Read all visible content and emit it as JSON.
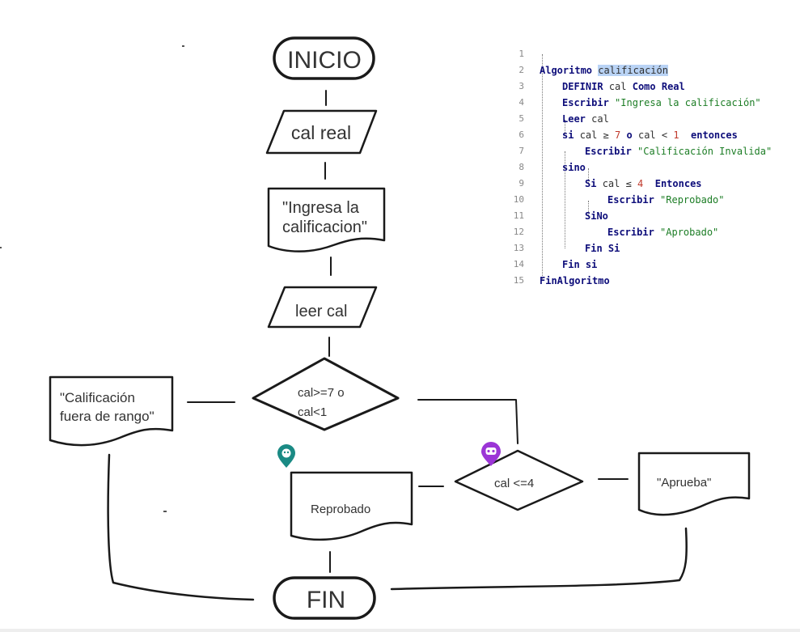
{
  "flowchart": {
    "start": "INICIO",
    "input": "cal real",
    "prompt": [
      "\"Ingresa la",
      "calificacion\""
    ],
    "read": "leer cal",
    "decision_range": [
      "cal>=7 o",
      "cal<1"
    ],
    "out_invalid": [
      "\"Calificación",
      "fuera de rango\""
    ],
    "decision_pass": "cal <=4",
    "out_fail": "Reprobado",
    "out_pass": "\"Aprueba\"",
    "end": "FIN"
  },
  "code": {
    "line_numbers": [
      "1",
      "2",
      "3",
      "4",
      "5",
      "6",
      "7",
      "8",
      "9",
      "10",
      "11",
      "12",
      "13",
      "14",
      "15"
    ],
    "l1": {
      "kw": "Algoritmo",
      "name": "calificación"
    },
    "l2": {
      "kw1": "DEFINIR",
      "var": "cal",
      "kw2": "Como Real"
    },
    "l3": {
      "kw": "Escribir",
      "str": "\"Ingresa la calificación\""
    },
    "l4": {
      "kw": "Leer",
      "var": "cal"
    },
    "l5": {
      "kw1": "si",
      "t1": "cal ≥",
      "n1": "7",
      "kw2": "o",
      "t2": "cal <",
      "n2": "1",
      "kw3": "entonces"
    },
    "l6": {
      "kw": "Escribir",
      "str": "\"Calificación Invalida\""
    },
    "l7": {
      "kw": "sino"
    },
    "l8": {
      "kw1": "Si",
      "t1": "cal ≤",
      "n1": "4",
      "kw2": "Entonces"
    },
    "l9": {
      "kw": "Escribir",
      "str": "\"Reprobado\""
    },
    "l10": {
      "kw": "SiNo"
    },
    "l11": {
      "kw": "Escribir",
      "str": "\"Aprobado\""
    },
    "l12": {
      "kw": "Fin Si"
    },
    "l13": {
      "kw": "Fin si"
    },
    "l14": {
      "kw": "FinAlgoritmo"
    }
  },
  "colors": {
    "keyword": "#0d0d7a",
    "string": "#1c7d25",
    "number": "#c0392b",
    "selection": "#b9d3f5",
    "marker_teal": "#1a8a84",
    "marker_purple": "#9b35d6"
  },
  "icons": [
    "teal-map-marker-icon",
    "purple-map-marker-icon"
  ]
}
